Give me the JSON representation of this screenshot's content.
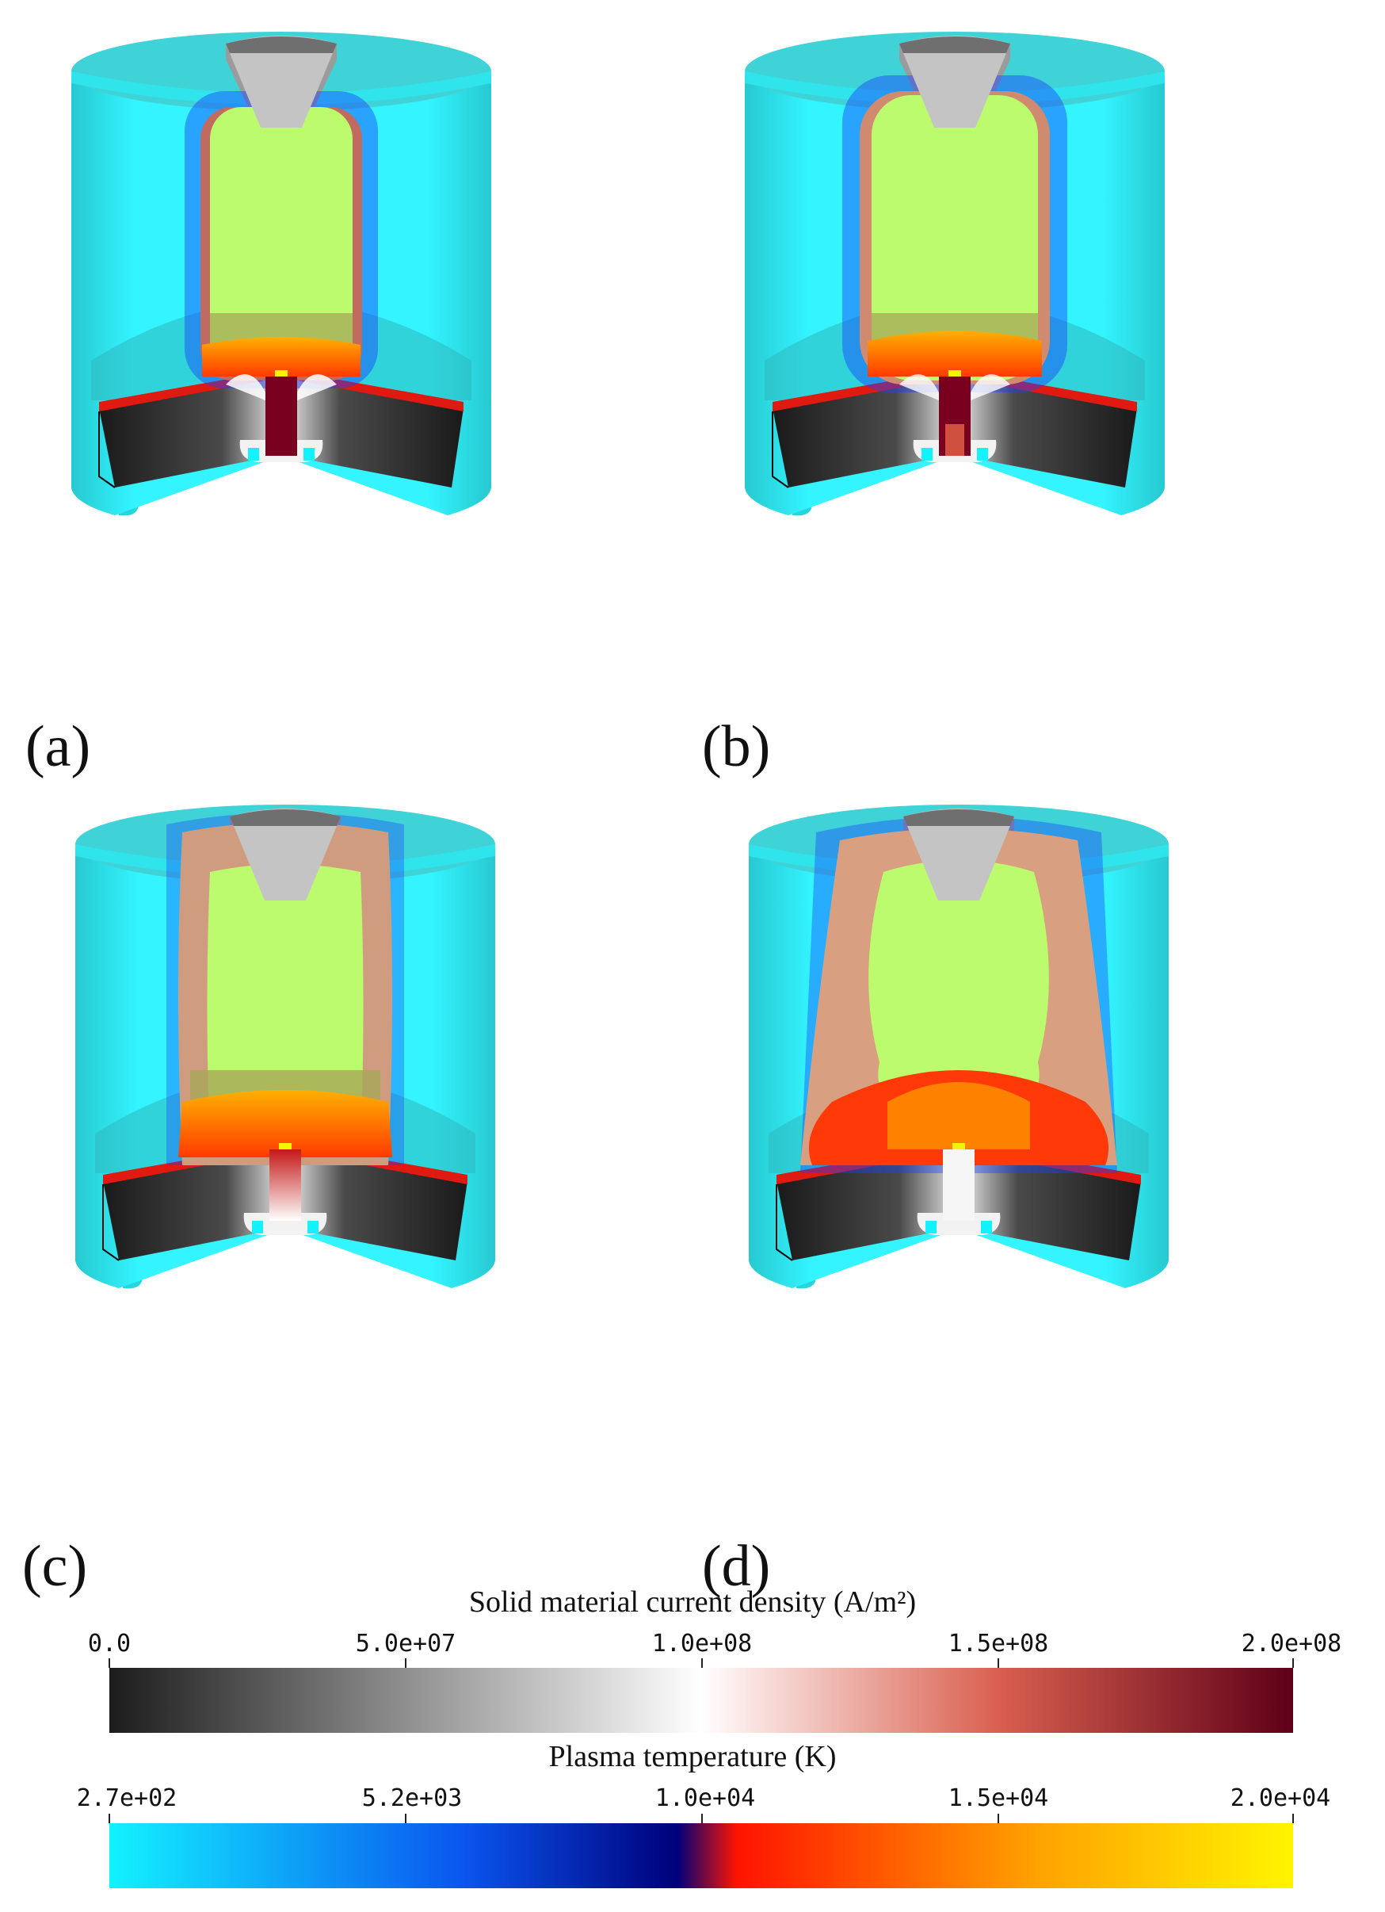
{
  "panels": [
    {
      "id": "a",
      "label": "(a)"
    },
    {
      "id": "b",
      "label": "(b)"
    },
    {
      "id": "c",
      "label": "(c)"
    },
    {
      "id": "d",
      "label": "(d)"
    }
  ],
  "colorbar_current": {
    "title": "Solid material current density (A/m²)",
    "ticks": [
      "0.0",
      "5.0e+07",
      "1.0e+08",
      "1.5e+08",
      "2.0e+08"
    ],
    "colors": [
      "#1c1c1c",
      "#8f8f8f",
      "#ffffff",
      "#d96050",
      "#5e0018"
    ]
  },
  "colorbar_temperature": {
    "title": "Plasma temperature (K)",
    "ticks": [
      "2.7e+02",
      "5.2e+03",
      "1.0e+04",
      "1.5e+04",
      "2.0e+04"
    ],
    "colors": [
      "#12f2ff",
      "#0a55ee",
      "#00007a",
      "#ff1400",
      "#ffa000",
      "#fff500"
    ]
  }
}
